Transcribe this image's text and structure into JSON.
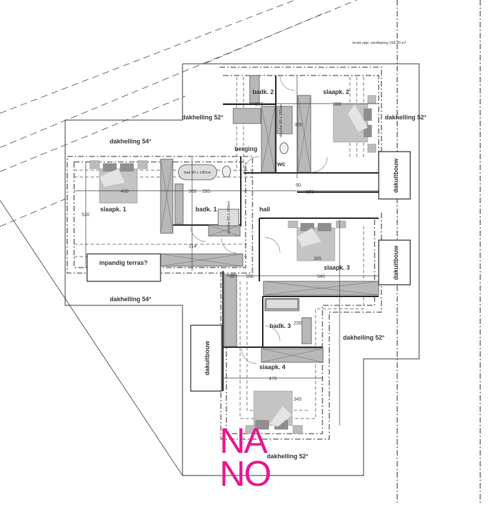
{
  "header": {
    "area_note": "bruto opp. verdieping 158.30 m²"
  },
  "rooms": {
    "badk2": "badk. 2",
    "slaapk2": "slaapk. 2",
    "berging": "berging",
    "wc": "wc",
    "slaapk1": "slaapk. 1",
    "badk1": "badk. 1",
    "hall": "hall",
    "slaapk3": "slaapk. 3",
    "badk3": "badk. 3",
    "slaapk4": "slaapk. 4",
    "terras": "inpandig terras?"
  },
  "roof": {
    "slope_54_top": "dakhelling 54°",
    "slope_54_bottom": "dakhelling 54°",
    "slope_52_left": "dakhelling 52°",
    "slope_52_right": "dakhelling 52°",
    "slope_52_mid": "dakhelling 52°",
    "slope_52_bottom": "dakhelling 52°",
    "dormer_1": "dakuitbouw",
    "dormer_2": "dakuitbouw",
    "dormer_3": "dakuitbouw"
  },
  "dimensions": {
    "d460": "460",
    "d300a": "300",
    "d295": "295",
    "d520": "520",
    "d214": "214",
    "d80": "80",
    "d100": "100",
    "d540": "540",
    "d365": "365",
    "d240": "240",
    "d380": "380",
    "d300b": "300",
    "d90": "90",
    "d650": "650",
    "d230": "230",
    "d470": "470",
    "d345": "345"
  },
  "fixtures": {
    "shower1": "douche 90 x 180cm",
    "shower2": "douche 90 x 180cm",
    "bath": "bad 80 x 180cm"
  },
  "logo": {
    "line1": "NA",
    "line2": "NO",
    "color": "#e6188f"
  }
}
